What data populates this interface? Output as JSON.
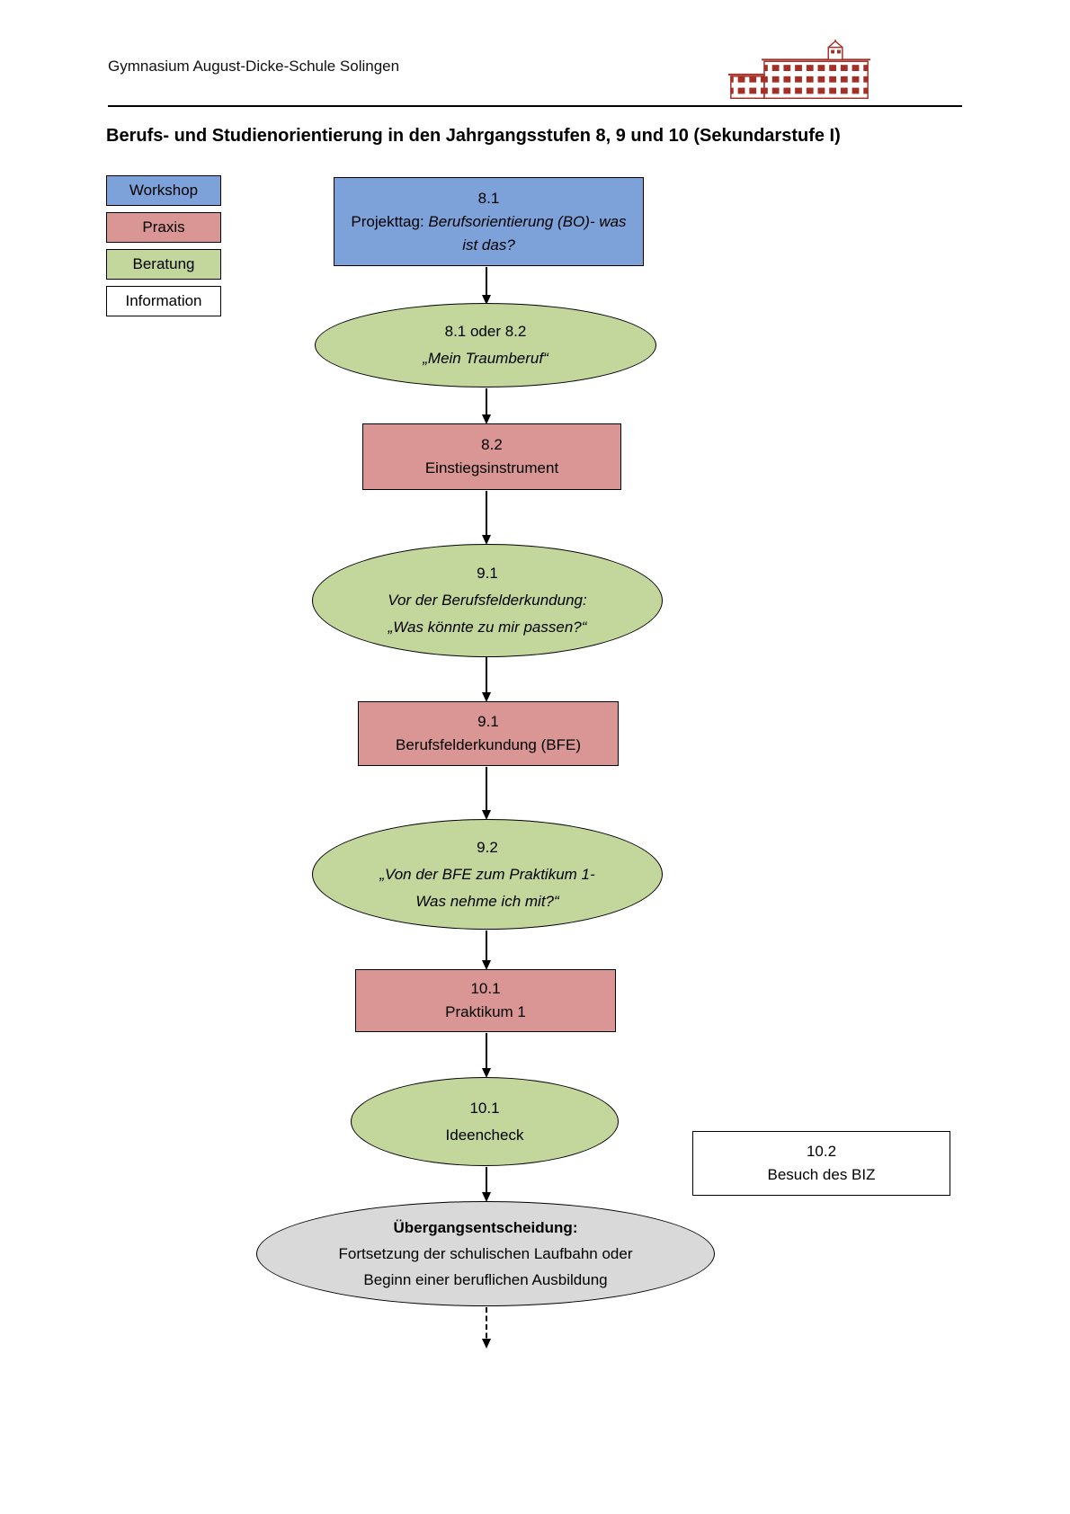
{
  "page": {
    "header_school_name": "Gymnasium August-Dicke-Schule Solingen",
    "title": "Berufs- und Studienorientierung in den Jahrgangsstufen 8, 9 und 10 (Sekundarstufe I)"
  },
  "colors": {
    "workshop_blue": "#7da1d9",
    "praxis_red": "#d99694",
    "beratung_green": "#c3d69b",
    "information_white": "#ffffff",
    "decision_gray": "#d9d9d9",
    "logo_red": "#a33026"
  },
  "legend": {
    "items": [
      {
        "label": "Workshop",
        "category": "workshop"
      },
      {
        "label": "Praxis",
        "category": "praxis"
      },
      {
        "label": "Beratung",
        "category": "beratung"
      },
      {
        "label": "Information",
        "category": "information"
      }
    ]
  },
  "flow": {
    "nodes": [
      {
        "shape": "rect",
        "category": "workshop",
        "title": "8.1",
        "prefix": "Projekttag: ",
        "italic1": "Berufsorientierung (BO)- was",
        "italic2": "ist das?"
      },
      {
        "shape": "ellipse",
        "category": "beratung",
        "title": "8.1 oder 8.2",
        "italic1": "„Mein Traumberuf“"
      },
      {
        "shape": "rect",
        "category": "praxis",
        "title": "8.2",
        "line": "Einstiegsinstrument"
      },
      {
        "shape": "ellipse",
        "category": "beratung",
        "title": "9.1",
        "italic1": "Vor der Berufsfelderkundung:",
        "italic2": "„Was könnte zu mir passen?“"
      },
      {
        "shape": "rect",
        "category": "praxis",
        "title": "9.1",
        "line": "Berufsfelderkundung (BFE)"
      },
      {
        "shape": "ellipse",
        "category": "beratung",
        "title": "9.2",
        "italic1": "„Von der BFE zum Praktikum 1-",
        "italic2": "Was nehme ich mit?“"
      },
      {
        "shape": "rect",
        "category": "praxis",
        "title": "10.1",
        "line": "Praktikum 1"
      },
      {
        "shape": "ellipse",
        "category": "beratung",
        "title": "10.1",
        "line": "Ideencheck"
      },
      {
        "shape": "ellipse",
        "category": "decision",
        "bold": "Übergangsentscheidung:",
        "line1": "Fortsetzung der schulischen Laufbahn oder",
        "line2": "Beginn einer beruflichen Ausbildung"
      }
    ],
    "side_box": {
      "title": "10.2",
      "line": "Besuch des BIZ"
    }
  }
}
